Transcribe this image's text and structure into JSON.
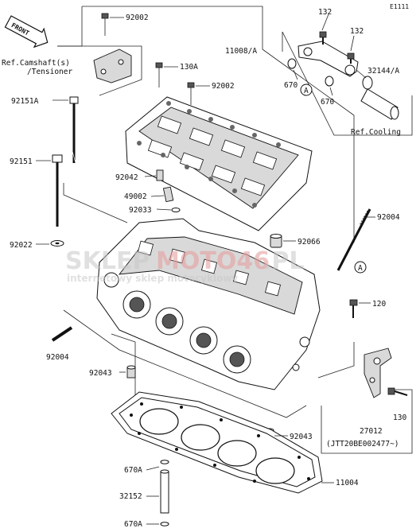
{
  "diagram_id": "E1111",
  "front_label": "FRONT",
  "labels": {
    "l92002_top": "92002",
    "l11008a": "11008/A",
    "l132_a": "132",
    "l132_b": "132",
    "ref_camshaft_1": "Ref.Camshaft(s)",
    "ref_camshaft_2": "/Tensioner",
    "l130a": "130A",
    "l92002_mid": "92002",
    "l32144a": "32144/A",
    "l670_a": "670",
    "l670_b": "670",
    "callout_a_top": "A",
    "l92151a": "92151A",
    "ref_cooling": "Ref.Cooling",
    "l92042": "92042",
    "l92151": "92151",
    "l49002": "49002",
    "l92033": "92033",
    "l92004_right": "92004",
    "l92066": "92066",
    "l92022": "92022",
    "callout_a_right": "A",
    "l120": "120",
    "l92004_left": "92004",
    "l92043_left": "92043",
    "l130": "130",
    "l27012": "27012",
    "l_jtt": "(JTT20BE002477~)",
    "l92043_right": "92043",
    "l11004": "11004",
    "l670a_mid": "670A",
    "l32152": "32152",
    "l670a_bot": "670A"
  },
  "watermark": {
    "brand_left": "SKLEP",
    "brand_mid": "MOTO46",
    "brand_tld": ".PL",
    "tagline": "internetowy sklep motocyklowy"
  }
}
